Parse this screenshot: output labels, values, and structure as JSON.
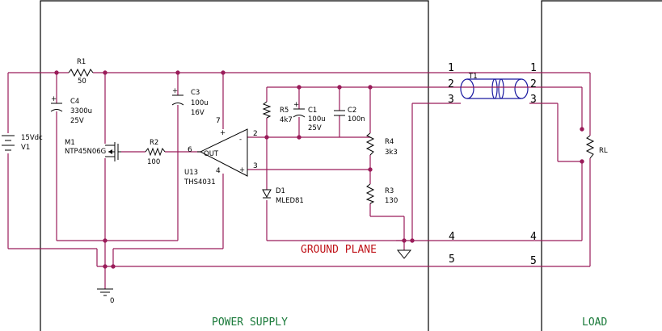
{
  "regions": {
    "power_supply": "POWER SUPPLY",
    "load": "LOAD",
    "ground_plane": "GROUND PLANE"
  },
  "components": {
    "v1": {
      "ref": "V1",
      "value": "15Vdc"
    },
    "r1": {
      "ref": "R1",
      "value": "50"
    },
    "c4": {
      "ref": "C4",
      "value1": "3300u",
      "value2": "25V"
    },
    "c3": {
      "ref": "C3",
      "value1": "100u",
      "value2": "16V"
    },
    "m1": {
      "ref": "M1",
      "value": "NTP45N06G"
    },
    "r2": {
      "ref": "R2",
      "value": "100"
    },
    "u13": {
      "ref": "U13",
      "value": "THS4031",
      "out": "OUT",
      "pin_out": "6",
      "pin_in_minus": "2",
      "pin_in_plus": "3",
      "pin_vplus": "7",
      "pin_vminus": "4"
    },
    "r5": {
      "ref": "R5",
      "value": "4k7"
    },
    "c1": {
      "ref": "C1",
      "value1": "100u",
      "value2": "25V"
    },
    "c2": {
      "ref": "C2",
      "value": "100n"
    },
    "r4": {
      "ref": "R4",
      "value": "3k3"
    },
    "r3": {
      "ref": "R3",
      "value": "130"
    },
    "d1": {
      "ref": "D1",
      "value": "MLED81"
    },
    "t1": {
      "ref": "T1"
    },
    "rl": {
      "ref": "RL"
    },
    "gnd": {
      "label": "0"
    }
  },
  "pin_numbers": {
    "left": [
      "1",
      "2",
      "3",
      "4",
      "5"
    ],
    "right": [
      "1",
      "2",
      "3",
      "4",
      "5"
    ]
  },
  "colors": {
    "wire": "#9a1c5a",
    "component": "#000000",
    "coax": "#1a1aa0",
    "region_label": "#1a7a3a",
    "ground_plane": "#c0141a"
  }
}
